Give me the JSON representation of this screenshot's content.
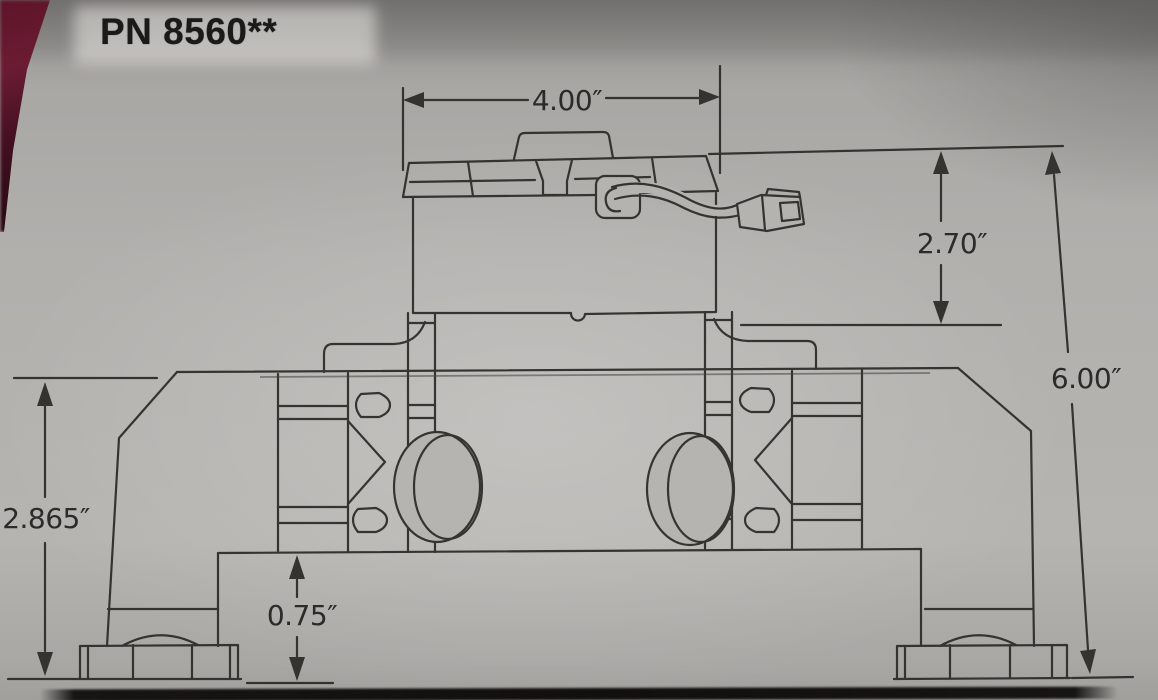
{
  "drawing": {
    "part_number": "PN 8560**",
    "dimension_labels": {
      "top_width": "4.00″",
      "upper_height": "2.70″",
      "overall_height": "6.00″",
      "body_height": "2.865″",
      "ground_clearance": "0.75″"
    }
  }
}
